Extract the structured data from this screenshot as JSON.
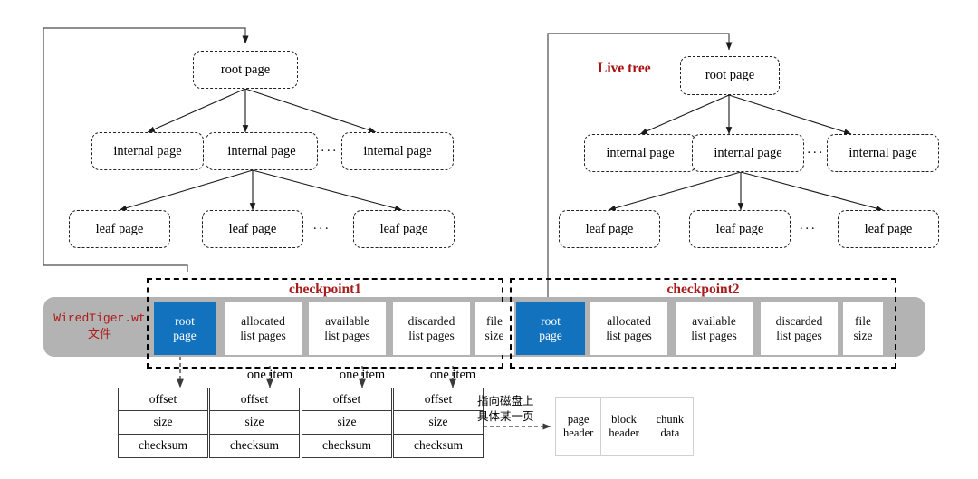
{
  "trees": [
    {
      "name": "checkpoint-tree",
      "label": "",
      "root": "root page",
      "internal": [
        "internal page",
        "internal page",
        "internal page"
      ],
      "leaf": [
        "leaf page",
        "leaf page",
        "leaf page"
      ],
      "ellipsis": "···"
    },
    {
      "name": "live-tree",
      "label": "Live tree",
      "root": "root page",
      "internal": [
        "internal page",
        "internal page",
        "internal page"
      ],
      "leaf": [
        "leaf page",
        "leaf page",
        "leaf page"
      ],
      "ellipsis": "···"
    }
  ],
  "file": {
    "label_line1": "WiredTiger.wt",
    "label_line2": "文件",
    "checkpoints": [
      {
        "title": "checkpoint1",
        "segments": [
          {
            "line1": "root",
            "line2": "page",
            "highlight": true
          },
          {
            "line1": "allocated",
            "line2": "list pages",
            "highlight": false
          },
          {
            "line1": "available",
            "line2": "list pages",
            "highlight": false
          },
          {
            "line1": "discarded",
            "line2": "list pages",
            "highlight": false
          },
          {
            "line1": "file",
            "line2": "size",
            "highlight": false
          }
        ]
      },
      {
        "title": "checkpoint2",
        "segments": [
          {
            "line1": "root",
            "line2": "page",
            "highlight": true
          },
          {
            "line1": "allocated",
            "line2": "list pages",
            "highlight": false
          },
          {
            "line1": "available",
            "line2": "list pages",
            "highlight": false
          },
          {
            "line1": "discarded",
            "line2": "list pages",
            "highlight": false
          },
          {
            "line1": "file",
            "line2": "size",
            "highlight": false
          }
        ]
      }
    ]
  },
  "items": {
    "one_item_labels": [
      "one item",
      "one item",
      "one item"
    ],
    "tables": [
      {
        "rows": [
          "offset",
          "size",
          "checksum"
        ]
      },
      {
        "rows": [
          "offset",
          "size",
          "checksum"
        ]
      },
      {
        "rows": [
          "offset",
          "size",
          "checksum"
        ]
      },
      {
        "rows": [
          "offset",
          "size",
          "checksum"
        ]
      }
    ]
  },
  "disk": {
    "note_line1": "指向磁盘上",
    "note_line2": "具体某一页",
    "page_cells": [
      {
        "line1": "page",
        "line2": "header"
      },
      {
        "line1": "block",
        "line2": "header"
      },
      {
        "line1": "chunk",
        "line2": "data"
      }
    ]
  },
  "colors": {
    "highlight": "#1272bd",
    "file_bar": "#b3b3b3",
    "accent_red": "#a81c1c",
    "wt_red": "#b01818"
  }
}
